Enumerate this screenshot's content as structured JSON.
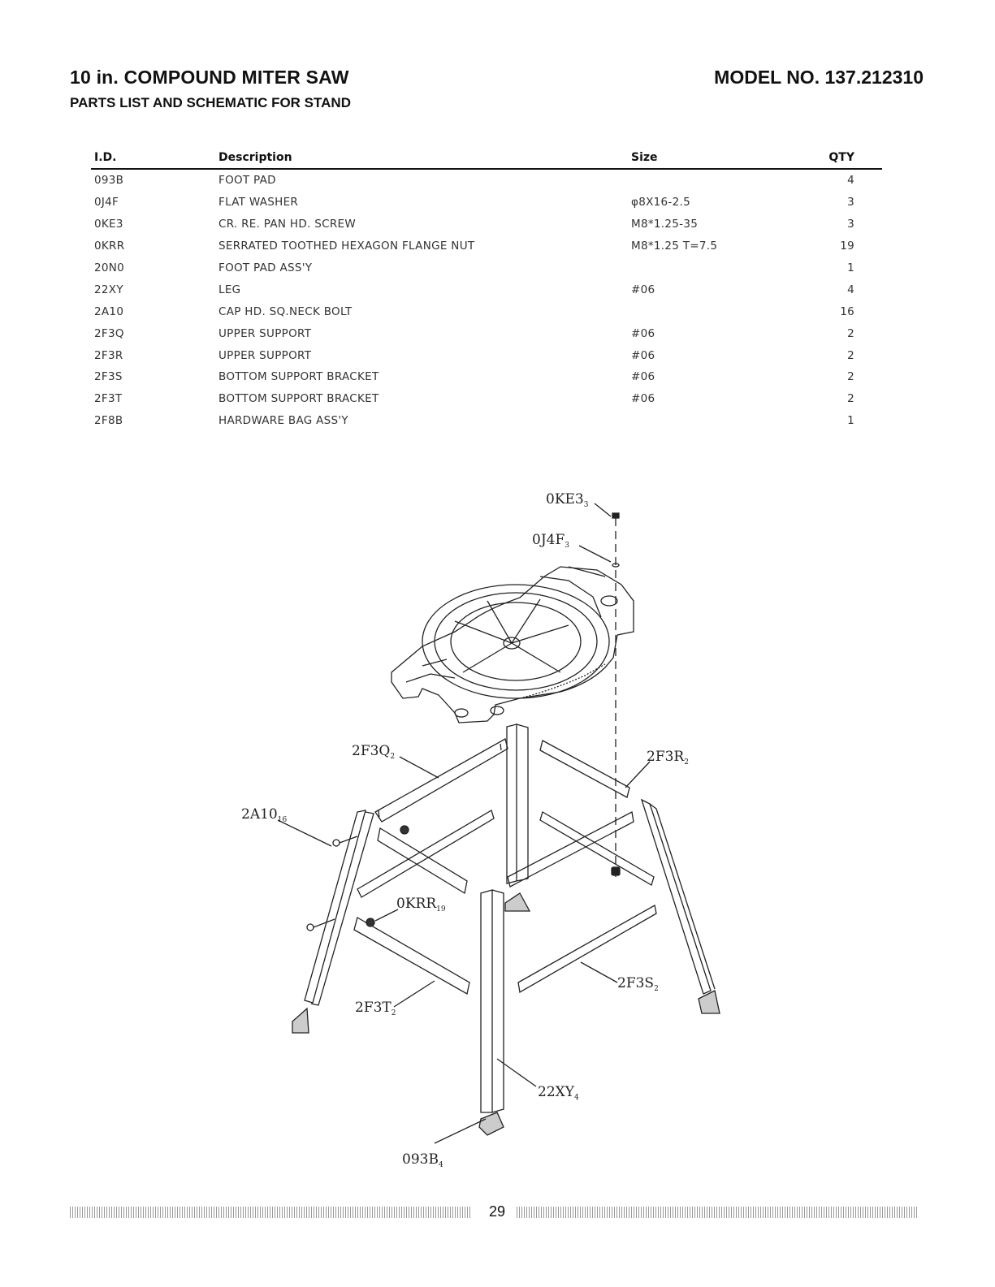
{
  "header": {
    "title": "10 in. COMPOUND MITER SAW",
    "subtitle": "PARTS LIST AND SCHEMATIC FOR STAND",
    "model": "MODEL NO. 137.212310"
  },
  "table": {
    "columns": [
      "I.D.",
      "Description",
      "Size",
      "QTY"
    ],
    "rows": [
      [
        "093B",
        "FOOT PAD",
        "",
        "4"
      ],
      [
        "0J4F",
        "FLAT WASHER",
        "φ8X16-2.5",
        "3"
      ],
      [
        "0KE3",
        "CR. RE. PAN HD. SCREW",
        "M8*1.25-35",
        "3"
      ],
      [
        "0KRR",
        "SERRATED TOOTHED HEXAGON FLANGE NUT",
        "M8*1.25 T=7.5",
        "19"
      ],
      [
        "20N0",
        "FOOT PAD ASS'Y",
        "",
        "1"
      ],
      [
        "22XY",
        "LEG",
        "#06",
        "4"
      ],
      [
        "2A10",
        "CAP HD. SQ.NECK BOLT",
        "",
        "16"
      ],
      [
        "2F3Q",
        "UPPER SUPPORT",
        "#06",
        "2"
      ],
      [
        "2F3R",
        "UPPER SUPPORT",
        "#06",
        "2"
      ],
      [
        "2F3S",
        "BOTTOM SUPPORT BRACKET",
        "#06",
        "2"
      ],
      [
        "2F3T",
        "BOTTOM SUPPORT BRACKET",
        "#06",
        "2"
      ],
      [
        "2F8B",
        "HARDWARE BAG ASS'Y",
        "",
        "1"
      ]
    ]
  },
  "diagram": {
    "callouts": [
      {
        "id": "0KE3",
        "sub": "3"
      },
      {
        "id": "0J4F",
        "sub": "3"
      },
      {
        "id": "2F3Q",
        "sub": "2"
      },
      {
        "id": "2F3R",
        "sub": "2"
      },
      {
        "id": "2A10",
        "sub": "16"
      },
      {
        "id": "0KRR",
        "sub": "19"
      },
      {
        "id": "2F3S",
        "sub": "2"
      },
      {
        "id": "2F3T",
        "sub": "2"
      },
      {
        "id": "22XY",
        "sub": "4"
      },
      {
        "id": "093B",
        "sub": "4"
      }
    ]
  },
  "footer": {
    "page_number": "29"
  }
}
